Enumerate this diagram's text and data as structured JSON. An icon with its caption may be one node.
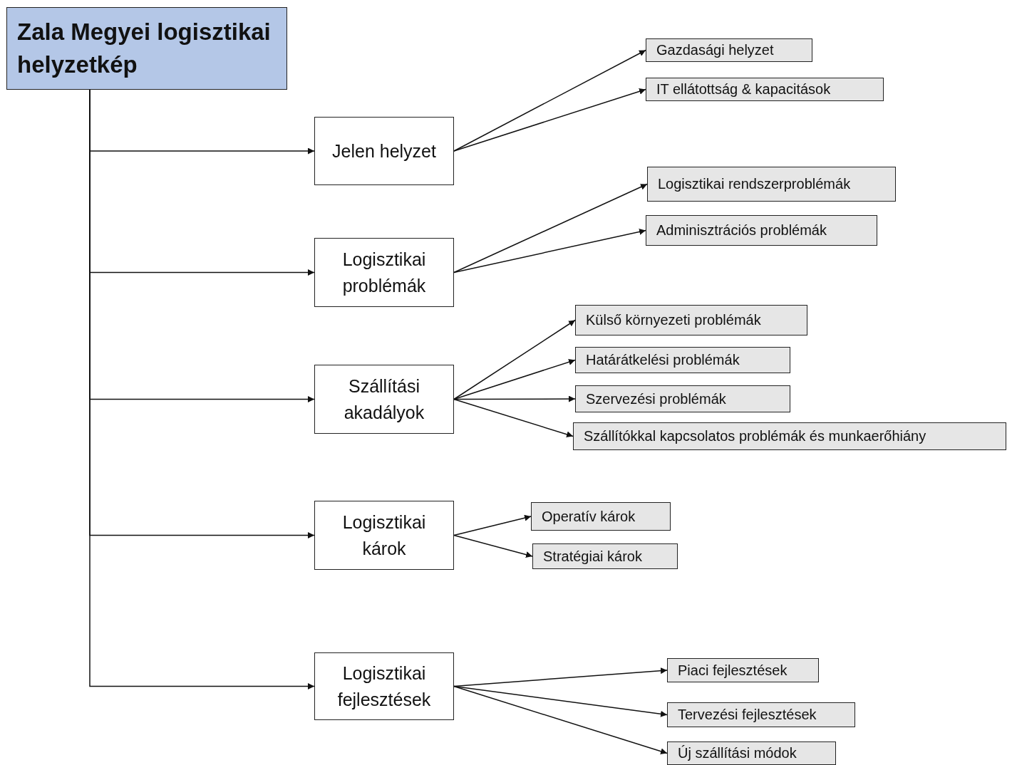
{
  "diagram": {
    "nodes": [
      {
        "text": [
          "Zala Megyei logisztikai helyzetkép"
        ]
      },
      {
        "text": [
          "Jelen helyzet"
        ]
      },
      {
        "text": [
          "Gazdasági helyzet"
        ]
      },
      {
        "text": [
          "IT ellátottság & kapacitások"
        ]
      },
      {
        "text": [
          "Logisztikai problémák"
        ]
      },
      {
        "text": [
          "Logisztikai rendszerproblémák"
        ]
      },
      {
        "text": [
          "Adminisztrációs problémák"
        ]
      },
      {
        "text": [
          "Szállítási akadályok"
        ]
      },
      {
        "text": [
          "Külső környezeti problémák"
        ]
      },
      {
        "text": [
          "Határátkelési problémák"
        ]
      },
      {
        "text": [
          "Szervezési problémák"
        ]
      },
      {
        "text": [
          "Szállítókkal kapcsolatos problémák és munkaerőhiány"
        ]
      },
      {
        "text": [
          "Logisztikai károk"
        ]
      },
      {
        "text": [
          "Operatív károk"
        ]
      },
      {
        "text": [
          "Stratégiai károk"
        ]
      },
      {
        "text": [
          "Logisztikai fejlesztések"
        ]
      },
      {
        "text": [
          "Piaci fejlesztések"
        ]
      },
      {
        "text": [
          "Tervezési fejlesztések"
        ]
      },
      {
        "text": [
          "Új szállítási módok"
        ]
      }
    ],
    "edges": [
      {
        "from": 0,
        "to": 1,
        "arrow": "to"
      },
      {
        "from": 0,
        "to": 4,
        "arrow": "to"
      },
      {
        "from": 0,
        "to": 7,
        "arrow": "to"
      },
      {
        "from": 0,
        "to": 12,
        "arrow": "to"
      },
      {
        "from": 0,
        "to": 15,
        "arrow": "to"
      },
      {
        "from": 1,
        "to": 2,
        "arrow": "to"
      },
      {
        "from": 1,
        "to": 3,
        "arrow": "to"
      },
      {
        "from": 4,
        "to": 5,
        "arrow": "to"
      },
      {
        "from": 4,
        "to": 6,
        "arrow": "to"
      },
      {
        "from": 7,
        "to": 8,
        "arrow": "to"
      },
      {
        "from": 7,
        "to": 9,
        "arrow": "to"
      },
      {
        "from": 7,
        "to": 10,
        "arrow": "to"
      },
      {
        "from": 7,
        "to": 11,
        "arrow": "to"
      },
      {
        "from": 12,
        "to": 13,
        "arrow": "to"
      },
      {
        "from": 12,
        "to": 14,
        "arrow": "to"
      },
      {
        "from": 15,
        "to": 16,
        "arrow": "to"
      },
      {
        "from": 15,
        "to": 17,
        "arrow": "to"
      },
      {
        "from": 15,
        "to": 18,
        "arrow": "to"
      }
    ]
  }
}
